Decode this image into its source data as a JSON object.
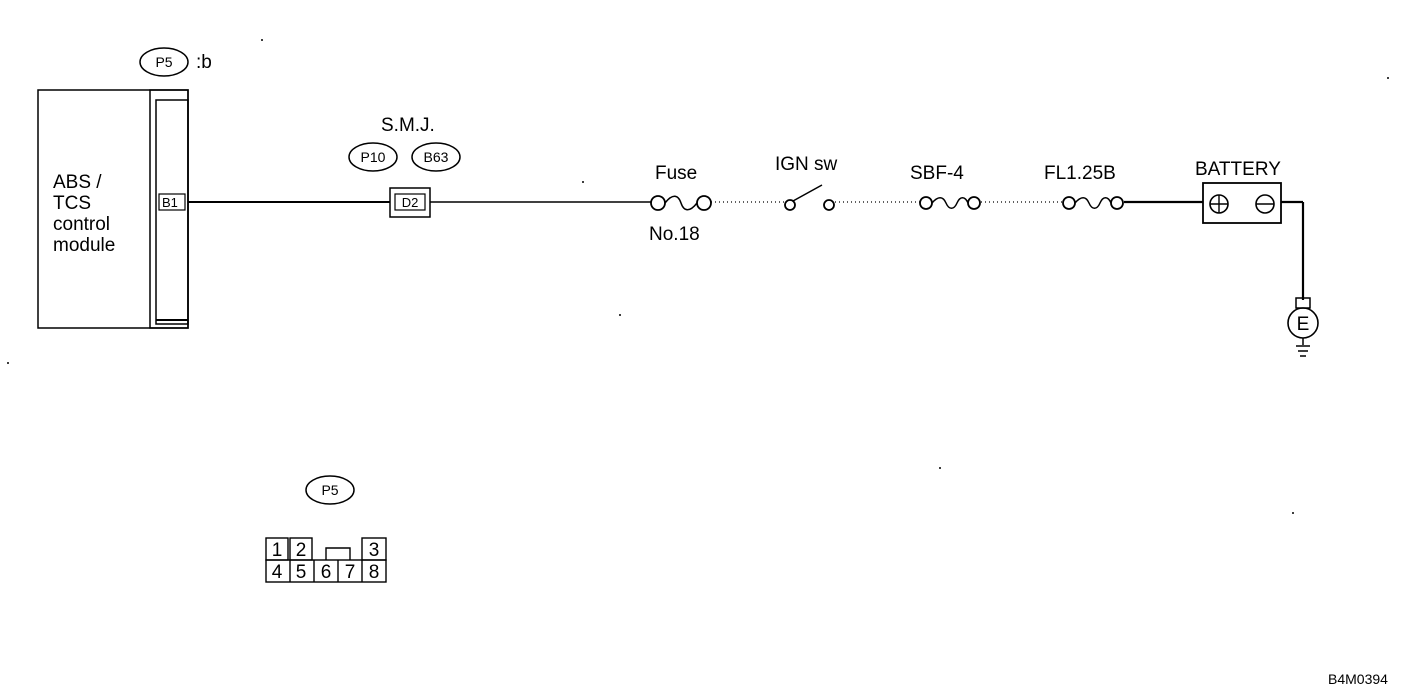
{
  "module": {
    "lines": [
      "ABS /",
      "TCS",
      "control",
      "module"
    ],
    "connector_tag": "P5",
    "connector_suffix": ":b",
    "pin": "B1"
  },
  "smj": {
    "label": "S.M.J.",
    "tags": [
      "P10",
      "B63"
    ],
    "pin": "D2"
  },
  "fuse": {
    "label": "Fuse",
    "number": "No.18"
  },
  "ign_switch": {
    "label": "IGN sw"
  },
  "sbf": {
    "label": "SBF-4"
  },
  "fusible_link": {
    "label": "FL1.25B"
  },
  "battery": {
    "label": "BATTERY",
    "plus": "+",
    "minus": "−"
  },
  "ground": {
    "label": "E"
  },
  "connector_view": {
    "tag": "P5",
    "top_row": [
      "1",
      "2",
      "",
      "3"
    ],
    "bottom_row": [
      "4",
      "5",
      "6",
      "7",
      "8"
    ]
  },
  "figure_id": "B4M0394"
}
